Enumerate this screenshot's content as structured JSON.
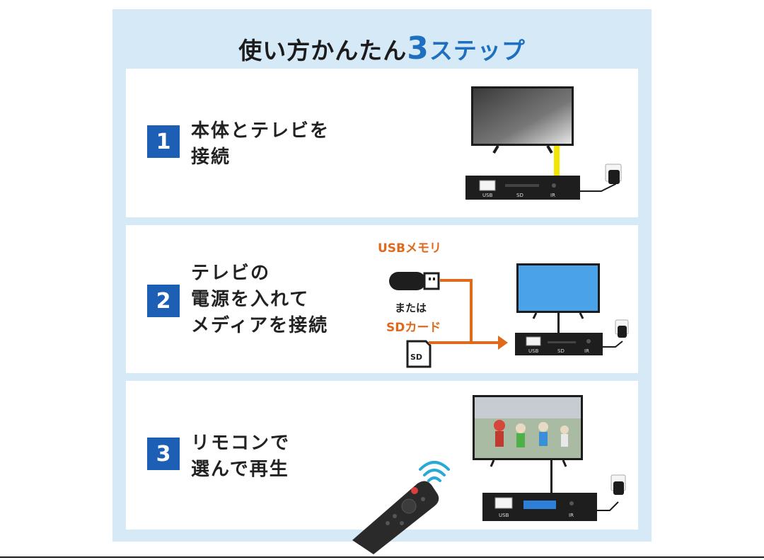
{
  "title": {
    "prefix": "使い方かんたん",
    "number": "3",
    "suffix": "ステップ"
  },
  "steps": [
    {
      "number": "1",
      "lines": [
        "本体とテレビを",
        "接続"
      ]
    },
    {
      "number": "2",
      "lines": [
        "テレビの",
        "電源を入れて",
        "メディアを接続"
      ]
    },
    {
      "number": "3",
      "lines": [
        "リモコンで",
        "選んで再生"
      ]
    }
  ],
  "media": {
    "usb_label": "USBメモリ",
    "or_label": "または",
    "sd_label": "SDカード",
    "sd_card_text": "SD"
  },
  "device_ports": {
    "usb": "USB",
    "sd": "SD",
    "ir": "IR"
  },
  "colors": {
    "panel": "#d6e9f6",
    "accent_blue": "#1d5fb4",
    "title_blue": "#1f6fc0",
    "orange": "#e06a1c"
  }
}
